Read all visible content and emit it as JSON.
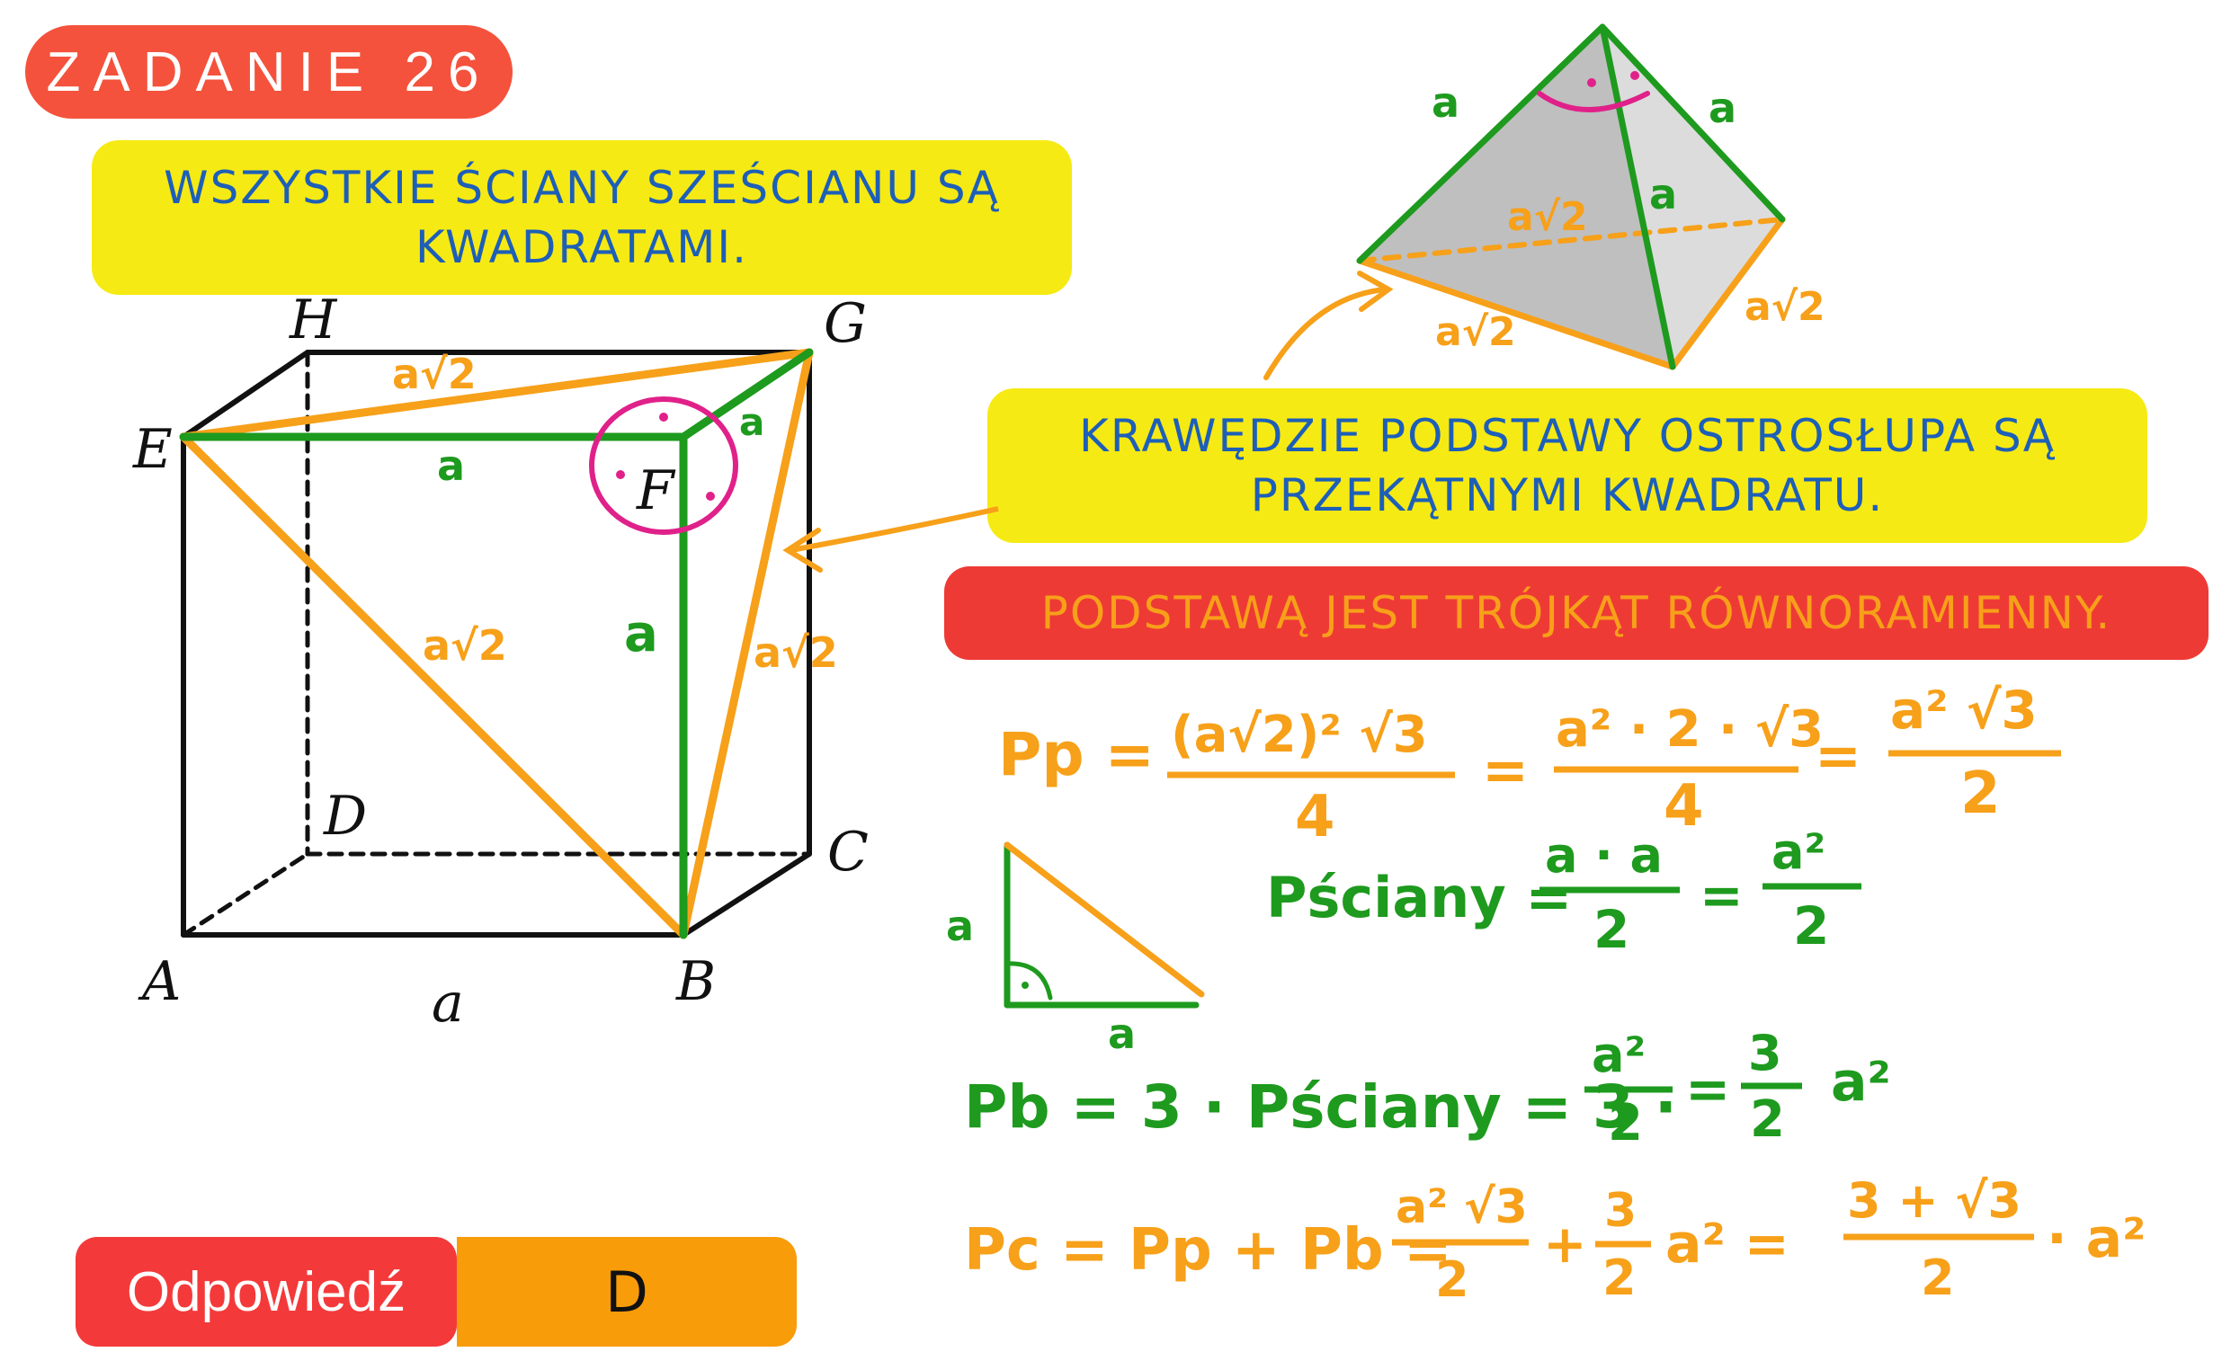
{
  "title": "ZADANIE 26",
  "note_top": [
    "WSZYSTKIE ŚCIANY SZEŚCIANU SĄ",
    "KWADRATAMI."
  ],
  "note_middle": [
    "KRAWĘDZIE PODSTAWY OSTROSŁUPA SĄ",
    "PRZEKĄTNYMI KWADRATU."
  ],
  "note_red": "PODSTAWĄ JEST TRÓJKĄT RÓWNORAMIENNY.",
  "cube": {
    "vertices": {
      "A": "A",
      "B": "B",
      "C": "C",
      "D": "D",
      "E": "E",
      "F": "F",
      "G": "G",
      "H": "H"
    },
    "edge_label": "a",
    "edge_mark": "a",
    "diagonal_mark": "a√2"
  },
  "pyramid": {
    "edge_mark": "a",
    "diagonal_mark": "a√2"
  },
  "small_triangle": {
    "leg_mark": "a"
  },
  "formulas": {
    "pp": {
      "lhs": "Pp =",
      "f1_num": "(a√2)² √3",
      "f1_den": "4",
      "f2_num": "a² · 2 · √3",
      "f2_den": "4",
      "f3_num": "a² √3",
      "f3_den": "2"
    },
    "pw": {
      "lhs": "Pściany =",
      "f1_num": "a · a",
      "f1_den": "2",
      "f2_num": "a²",
      "f2_den": "2"
    },
    "pb": {
      "lhs": "Pb = 3 · Pściany = 3 ·",
      "f1_num": "a²",
      "f1_den": "2",
      "eq": "=",
      "f2_num": "3",
      "f2_den": "2",
      "tail": "a²"
    },
    "pc": {
      "lhs": "Pc = Pp + Pb =",
      "f1_num": "a² √3",
      "f1_den": "2",
      "plus": "+",
      "f2_num": "3",
      "f2_den": "2",
      "mid": "a² =",
      "f3_num": "3 + √3",
      "f3_den": "2",
      "tail": "· a²"
    }
  },
  "answer": {
    "label": "Odpowiedź",
    "value": "D"
  },
  "colors": {
    "orange": "#f7a019",
    "green": "#1e9a1e",
    "magenta": "#e0218a",
    "blue_text": "#1d5fb8",
    "yellow": "#f6ea14",
    "red": "#ee3a35"
  }
}
